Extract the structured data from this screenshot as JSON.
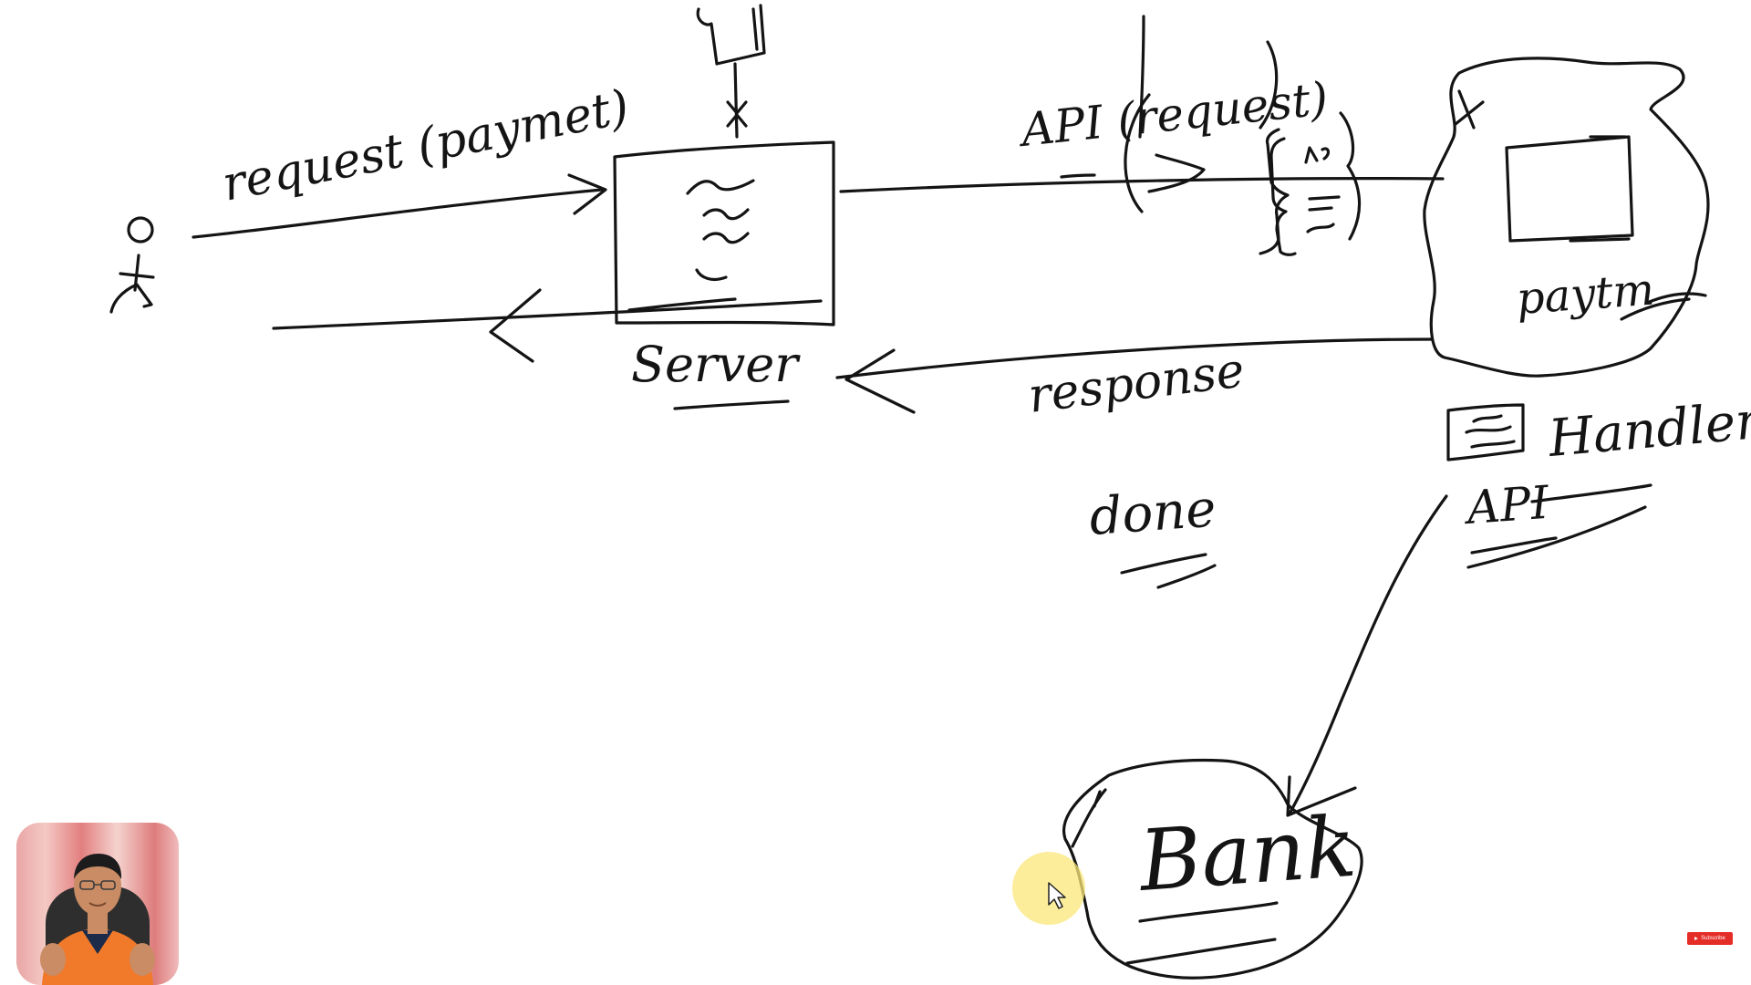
{
  "diagram": {
    "labels": {
      "request": "request (paymet)",
      "server": "Server",
      "api_request": "API (request)",
      "response": "response",
      "payment": "paytm",
      "handler": "Handler",
      "api": "API",
      "done": "done",
      "bank": "Bank"
    }
  },
  "colors": {
    "ink": "#141414",
    "background": "#ffffff",
    "cursor_highlight": "#fbe77a",
    "subscribe_red": "#e52d27"
  },
  "overlay": {
    "subscribe_label": "Subscribe",
    "cursor_icon": "pointer-arrow-icon"
  }
}
